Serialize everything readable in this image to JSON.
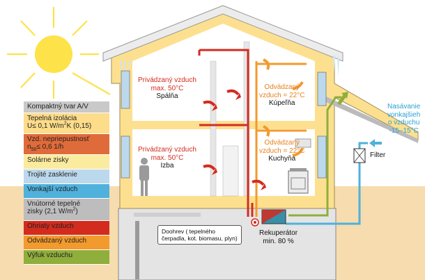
{
  "legend": {
    "items": [
      {
        "label": "Kompaktný tvar A/V",
        "color": "#c9c9c9"
      },
      {
        "label": "Tepelná izolácia",
        "label2": "U≤ 0,1 W/m",
        "sup": "2",
        "label3": "K (0,15)",
        "color": "#fddc8a"
      },
      {
        "label": "Vzd. nepriepustnosť",
        "label2": "n",
        "sub": "50",
        "label3": "≤ 0,6 1/h",
        "color": "#e06b3a"
      },
      {
        "label": "Solárne zisky",
        "color": "#fbeb9e"
      },
      {
        "label": "Trojité zasklenie",
        "color": "#bcd8ec"
      },
      {
        "label": "Vonkajší vzduch",
        "color": "#4fb1dc"
      },
      {
        "label": "Vnútorné tepelné",
        "label2": "zisky (2,1 W/m",
        "sup": "2",
        "label3": ")",
        "color": "#bdbdbd"
      },
      {
        "label": "Ohriaty vzduch",
        "color": "#d42b1f"
      },
      {
        "label": "Odvádzaný vzduch",
        "color": "#f29a2e"
      },
      {
        "label": "Výfuk vzduchu",
        "color": "#8fae3c"
      }
    ]
  },
  "rooms": {
    "upper_left": {
      "line1": "Privádzaný vzduch",
      "line2": "max. 50°C",
      "name": "Spálňa"
    },
    "upper_right": {
      "line1": "Odvádzaný",
      "line2": "vzduch = 22°C",
      "name": "Kúpeľňa"
    },
    "lower_left": {
      "line1": "Privádzaný vzduch",
      "line2": "max. 50°C",
      "name": "Izba"
    },
    "lower_right": {
      "line1": "Odvádzaný",
      "line2": "vzduch = 22°C",
      "name": "Kuchyňa"
    }
  },
  "intake": {
    "line1": "Nasávanie",
    "line2": "vonkajšieh",
    "line3": "o vzduchu",
    "line4": "-15–15°C"
  },
  "filter": "Filter",
  "recuperator": {
    "line1": "Rekuperátor",
    "line2": "min. 80 %"
  },
  "reheater": {
    "line1": "Doohrev ( tepelného",
    "line2": "čerpadla, kot. biomasu, plyn)"
  },
  "colors": {
    "ground": "#f6dcae",
    "insulation": "#fde08f",
    "supply": "#d42b1f",
    "extract": "#f29a2e",
    "exhaust": "#8fae3c",
    "outdoor": "#4fb1dc",
    "sun": "#fde24a"
  }
}
